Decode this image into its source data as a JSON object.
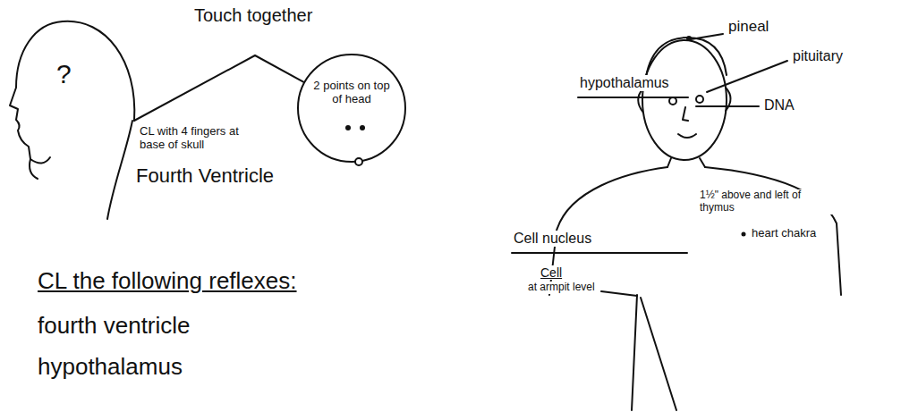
{
  "diagram": {
    "nodes": [
      {
        "text": [
          "?"
        ]
      },
      {
        "text": [
          "2 points on top of head"
        ]
      }
    ],
    "edges": [
      {
        "from": 0,
        "to": 1,
        "arrow": "none",
        "label": "Touch together"
      }
    ],
    "labels": [
      "CL with 4 fingers at base of skull",
      "Fourth Ventricle",
      "CL the following reflexes:",
      "fourth ventricle",
      "hypothalamus",
      "pineal",
      "hypothalamus",
      "pituitary",
      "DNA",
      "1½\" above and left of thymus",
      "Cell nucleus",
      "heart chakra",
      "Cell",
      "at armpit level"
    ]
  }
}
